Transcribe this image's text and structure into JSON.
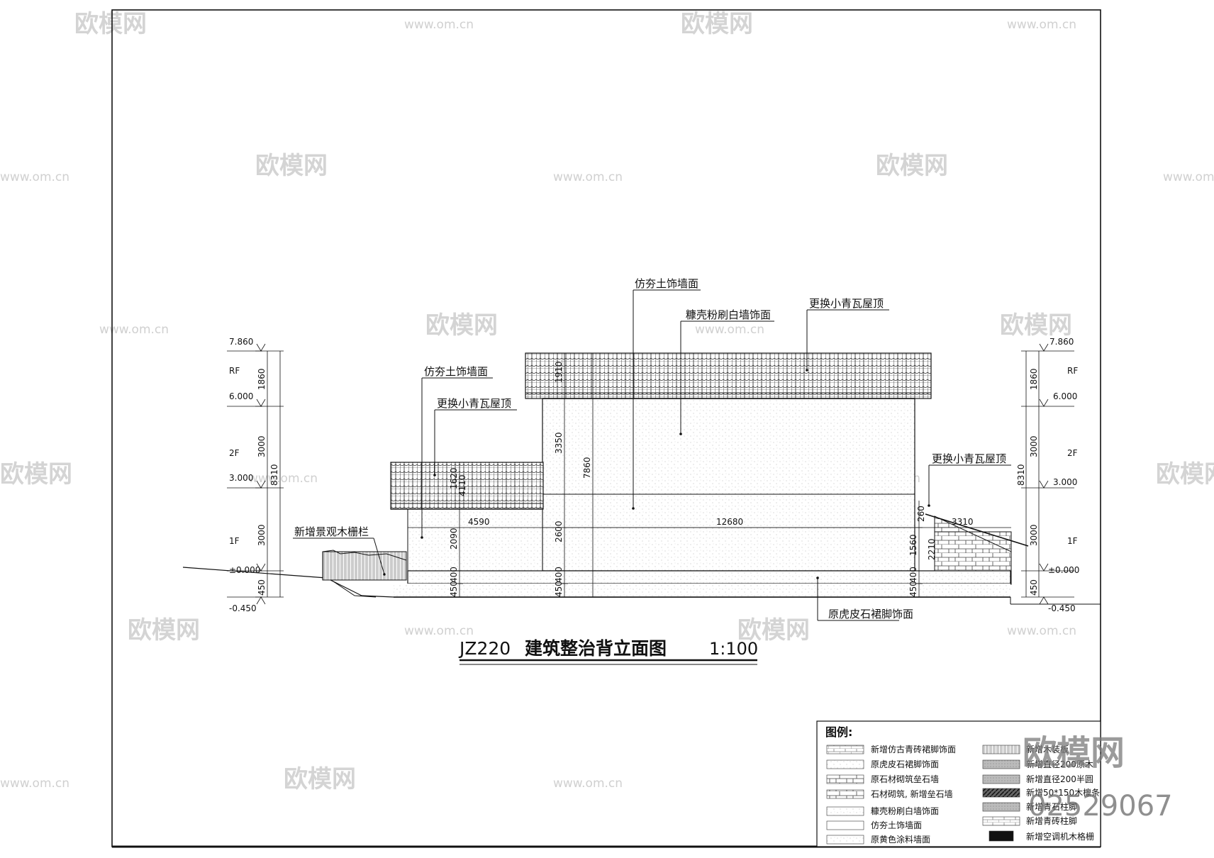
{
  "drawing": {
    "code": "JZ220",
    "title": "建筑整治背立面图",
    "scale": "1:100"
  },
  "levels": {
    "top": "7.860",
    "rf_label": "RF",
    "l6": "6.000",
    "f2_label": "2F",
    "l3": "3.000",
    "f1_label": "1F",
    "zero": "±0.000",
    "minus": "-0.450"
  },
  "dims": {
    "left_total": "8310",
    "left_rf": "1860",
    "left_2f": "3000",
    "left_1f": "3000",
    "left_base": "450",
    "main_3350": "3350",
    "main_7860": "7860",
    "main_2600": "2600",
    "main_400": "400",
    "main_450": "450",
    "main_1910": "1910",
    "annex_4110": "4110",
    "annex_2090": "2090",
    "annex_1620": "1620",
    "annex_400": "400",
    "annex_450": "450",
    "width_4590": "4590",
    "width_12680": "12680",
    "shed_3310": "3310",
    "right_260": "260",
    "right_1560": "1560",
    "right_2210": "2210",
    "right_400": "400",
    "right_450": "450"
  },
  "callouts": {
    "rammed_top": "仿夯土饰墙面",
    "lime_wall": "糠壳粉刷白墙饰面",
    "roof_main": "更换小青瓦屋顶",
    "rammed_left": "仿夯土饰墙面",
    "roof_left": "更换小青瓦屋顶",
    "roof_right": "更换小青瓦屋顶",
    "fence": "新增景观木栅栏",
    "plinth": "原虎皮石裙脚饰面"
  },
  "legend": {
    "title": "图例:",
    "left_items": [
      "新增仿古青砖裙脚饰面",
      "原虎皮石裙脚饰面",
      "原石材砌筑垒石墙",
      "石材砌筑, 新增垒石墙",
      "糠壳粉刷白墙饰面",
      "仿夯土饰墙面",
      "原黄色涂料墙面"
    ],
    "right_items": [
      "新增木装板",
      "新增直径200原木",
      "新增直径200半圆",
      "新增50*150木檩条",
      "新增青石柱脚",
      "新增青砖柱脚",
      "新增空调机木格栅"
    ]
  },
  "watermark": {
    "brand": "欧模网",
    "url": "www.om.cn",
    "id": "02529067"
  }
}
